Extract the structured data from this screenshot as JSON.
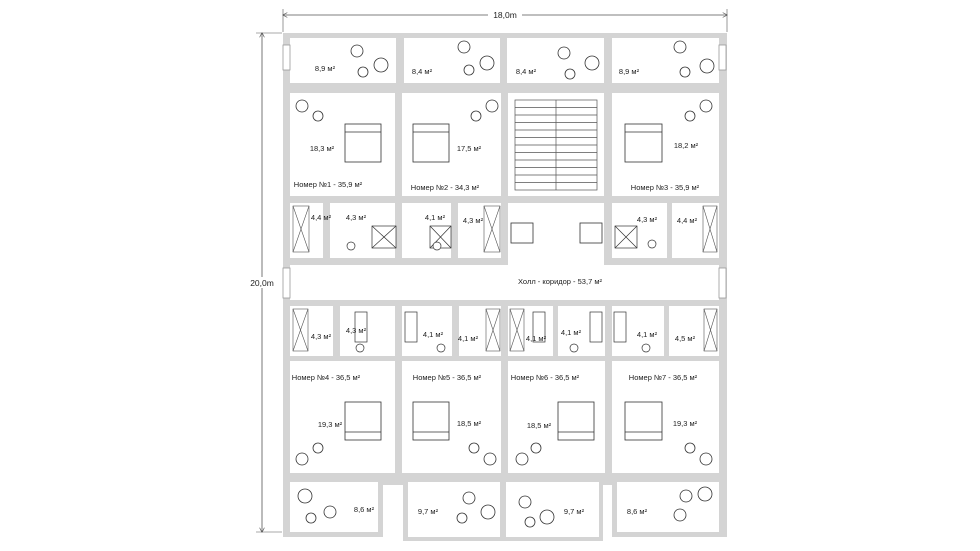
{
  "dimensions": {
    "width": "18,0m",
    "height": "20,0m"
  },
  "corridor_label": "Холл - коридор - 53,7 м²",
  "rooms": [
    {
      "id": "1",
      "label": "Номер №1 - 35,9 м²",
      "bedroom": "18,3 м²"
    },
    {
      "id": "2",
      "label": "Номер №2 - 34,3 м²",
      "bedroom": "17,5 м²"
    },
    {
      "id": "3",
      "label": "Номер №3 - 35,9 м²",
      "bedroom": "18,2 м²"
    },
    {
      "id": "4",
      "label": "Номер №4 - 36,5 м²",
      "bedroom": "19,3 м²"
    },
    {
      "id": "5",
      "label": "Номер №5 - 36,5 м²",
      "bedroom": "18,5 м²"
    },
    {
      "id": "6",
      "label": "Номер №6 - 36,5 м²",
      "bedroom": "18,5 м²"
    },
    {
      "id": "7",
      "label": "Номер №7 - 36,5 м²",
      "bedroom": "19,3 м²"
    }
  ],
  "balconies_top": [
    "8,9 м²",
    "8,4 м²",
    "8,4 м²",
    "8,9 м²"
  ],
  "balconies_bottom": [
    "8,6 м²",
    "9,7 м²",
    "9,7 м²",
    "8,6 м²"
  ],
  "service_top": [
    "4,4 м²",
    "4,3 м²",
    "4,1 м²",
    "4,3 м²",
    "4,3 м²",
    "4,4 м²"
  ],
  "service_bottom": [
    "4,3 м²",
    "4,3 м²",
    "4,1 м²",
    "4,1 м²",
    "4,1 м²",
    "4,1 м²",
    "4,1 м²",
    "4,5 м²"
  ]
}
